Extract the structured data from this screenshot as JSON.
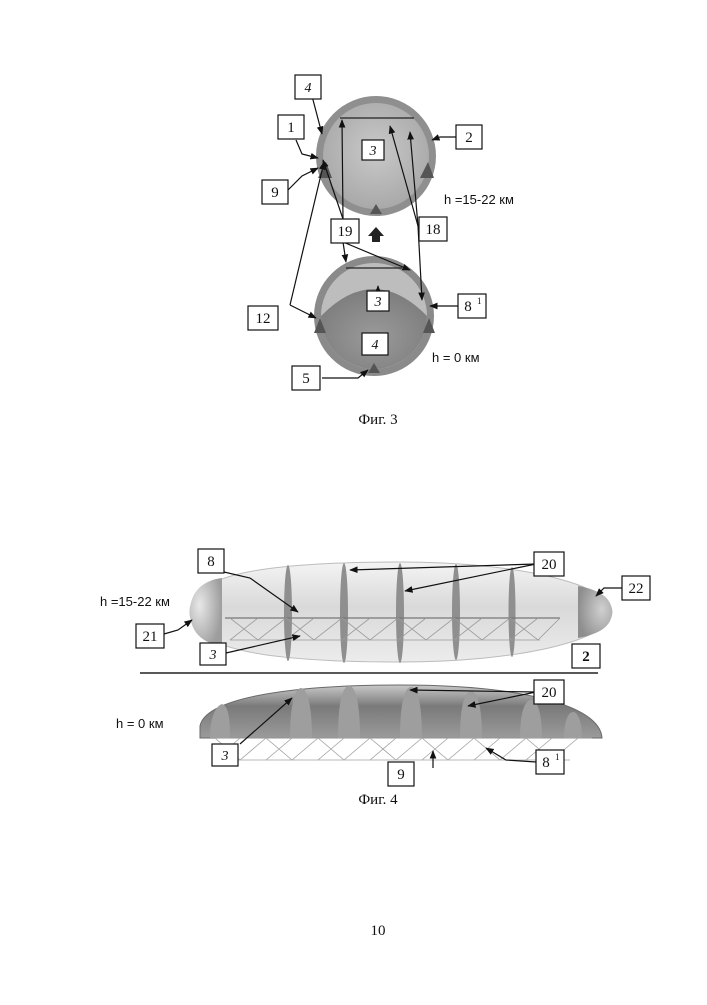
{
  "figure3": {
    "caption": "Фиг. 3",
    "top_altitude": "h =15-22 км",
    "bottom_altitude": "h = 0 км",
    "labels": {
      "l4_top": "4",
      "l1": "1",
      "l2": "2",
      "l9": "9",
      "l3_top": "3",
      "l19": "19",
      "l18": "18",
      "l12": "12",
      "l3_bottom": "3",
      "l8": "8",
      "l8_sup": "1",
      "l4_bottom": "4",
      "l5": "5"
    }
  },
  "figure4": {
    "caption": "Фиг. 4",
    "top_altitude": "h =15-22 км",
    "bottom_altitude": "h = 0 км",
    "labels": {
      "l8": "8",
      "l20_top": "20",
      "l22": "22",
      "l21": "21",
      "l3_top": "3",
      "l2": "2",
      "l20_bottom": "20",
      "l3_bottom": "3",
      "l9": "9",
      "l8b": "8",
      "l8b_sup": "1"
    }
  },
  "page_number": "10"
}
